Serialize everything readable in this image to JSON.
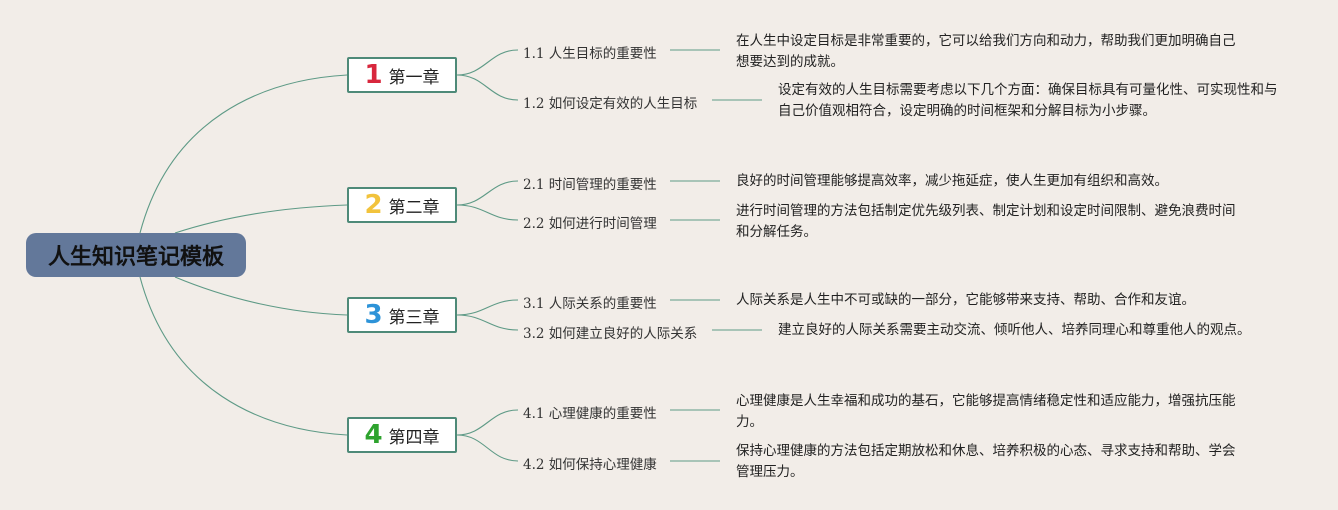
{
  "root": {
    "title": "人生知识笔记模板"
  },
  "chapters": [
    {
      "number": "1",
      "title": "第一章",
      "color": "#d8273d",
      "subs": [
        {
          "title": "1.1 人生目标的重要性",
          "desc": "在人生中设定目标是非常重要的，它可以给我们方向和动力，帮助我们更加明确自己想要达到的成就。"
        },
        {
          "title": "1.2 如何设定有效的人生目标",
          "desc": "设定有效的人生目标需要考虑以下几个方面：确保目标具有可量化性、可实现性和与自己价值观相符合，设定明确的时间框架和分解目标为小步骤。"
        }
      ]
    },
    {
      "number": "2",
      "title": "第二章",
      "color": "#f2c33c",
      "subs": [
        {
          "title": "2.1 时间管理的重要性",
          "desc": "良好的时间管理能够提高效率，减少拖延症，使人生更加有组织和高效。"
        },
        {
          "title": "2.2 如何进行时间管理",
          "desc": "进行时间管理的方法包括制定优先级列表、制定计划和设定时间限制、避免浪费时间和分解任务。"
        }
      ]
    },
    {
      "number": "3",
      "title": "第三章",
      "color": "#2d93d8",
      "subs": [
        {
          "title": "3.1 人际关系的重要性",
          "desc": "人际关系是人生中不可或缺的一部分，它能够带来支持、帮助、合作和友谊。"
        },
        {
          "title": "3.2 如何建立良好的人际关系",
          "desc": "建立良好的人际关系需要主动交流、倾听他人、培养同理心和尊重他人的观点。"
        }
      ]
    },
    {
      "number": "4",
      "title": "第四章",
      "color": "#2ea32e",
      "subs": [
        {
          "title": "4.1 心理健康的重要性",
          "desc": "心理健康是人生幸福和成功的基石，它能够提高情绪稳定性和适应能力，增强抗压能力。"
        },
        {
          "title": "4.2 如何保持心理健康",
          "desc": "保持心理健康的方法包括定期放松和休息、培养积极的心态、寻求支持和帮助、学会管理压力。"
        }
      ]
    }
  ]
}
